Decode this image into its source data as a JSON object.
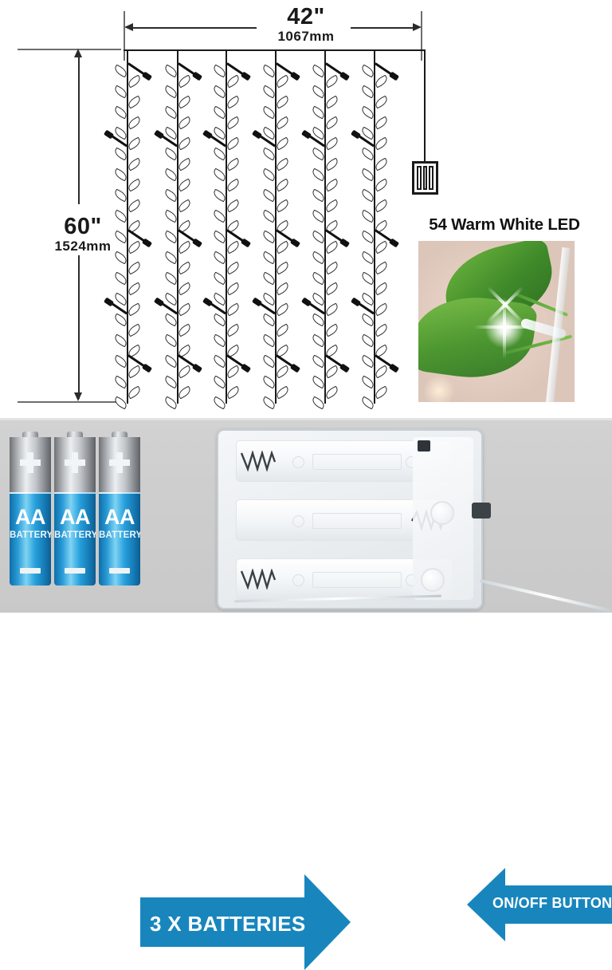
{
  "product": {
    "type": "LED vine curtain string light infographic"
  },
  "dimensions": {
    "width_inches": "42\"",
    "width_mm": "1067mm",
    "height_inches": "60\"",
    "height_mm": "1524mm",
    "vine_count": 6
  },
  "led": {
    "title": "54 Warm White LED",
    "photo_alt": "close-up of green leaves with lit warm white LED bulb"
  },
  "battery": {
    "count": 3,
    "cells": [
      {
        "plus": "+",
        "size": "AA",
        "word": "BATTERY",
        "minus": "–"
      },
      {
        "plus": "+",
        "size": "AA",
        "word": "BATTERY",
        "minus": "–"
      },
      {
        "plus": "+",
        "size": "AA",
        "word": "BATTERY",
        "minus": "–"
      }
    ],
    "arrow_label": "3 X BATTERIES",
    "holder_alt": "transparent 3 x AA battery holder with springs"
  },
  "switch": {
    "arrow_label": "ON/OFF BUTTON"
  },
  "colors": {
    "accent_blue": "#1886bd",
    "battery_blue": "#2a9bd6",
    "panel_gray": "#cdcdcd",
    "line_black": "#1a1a1a"
  }
}
